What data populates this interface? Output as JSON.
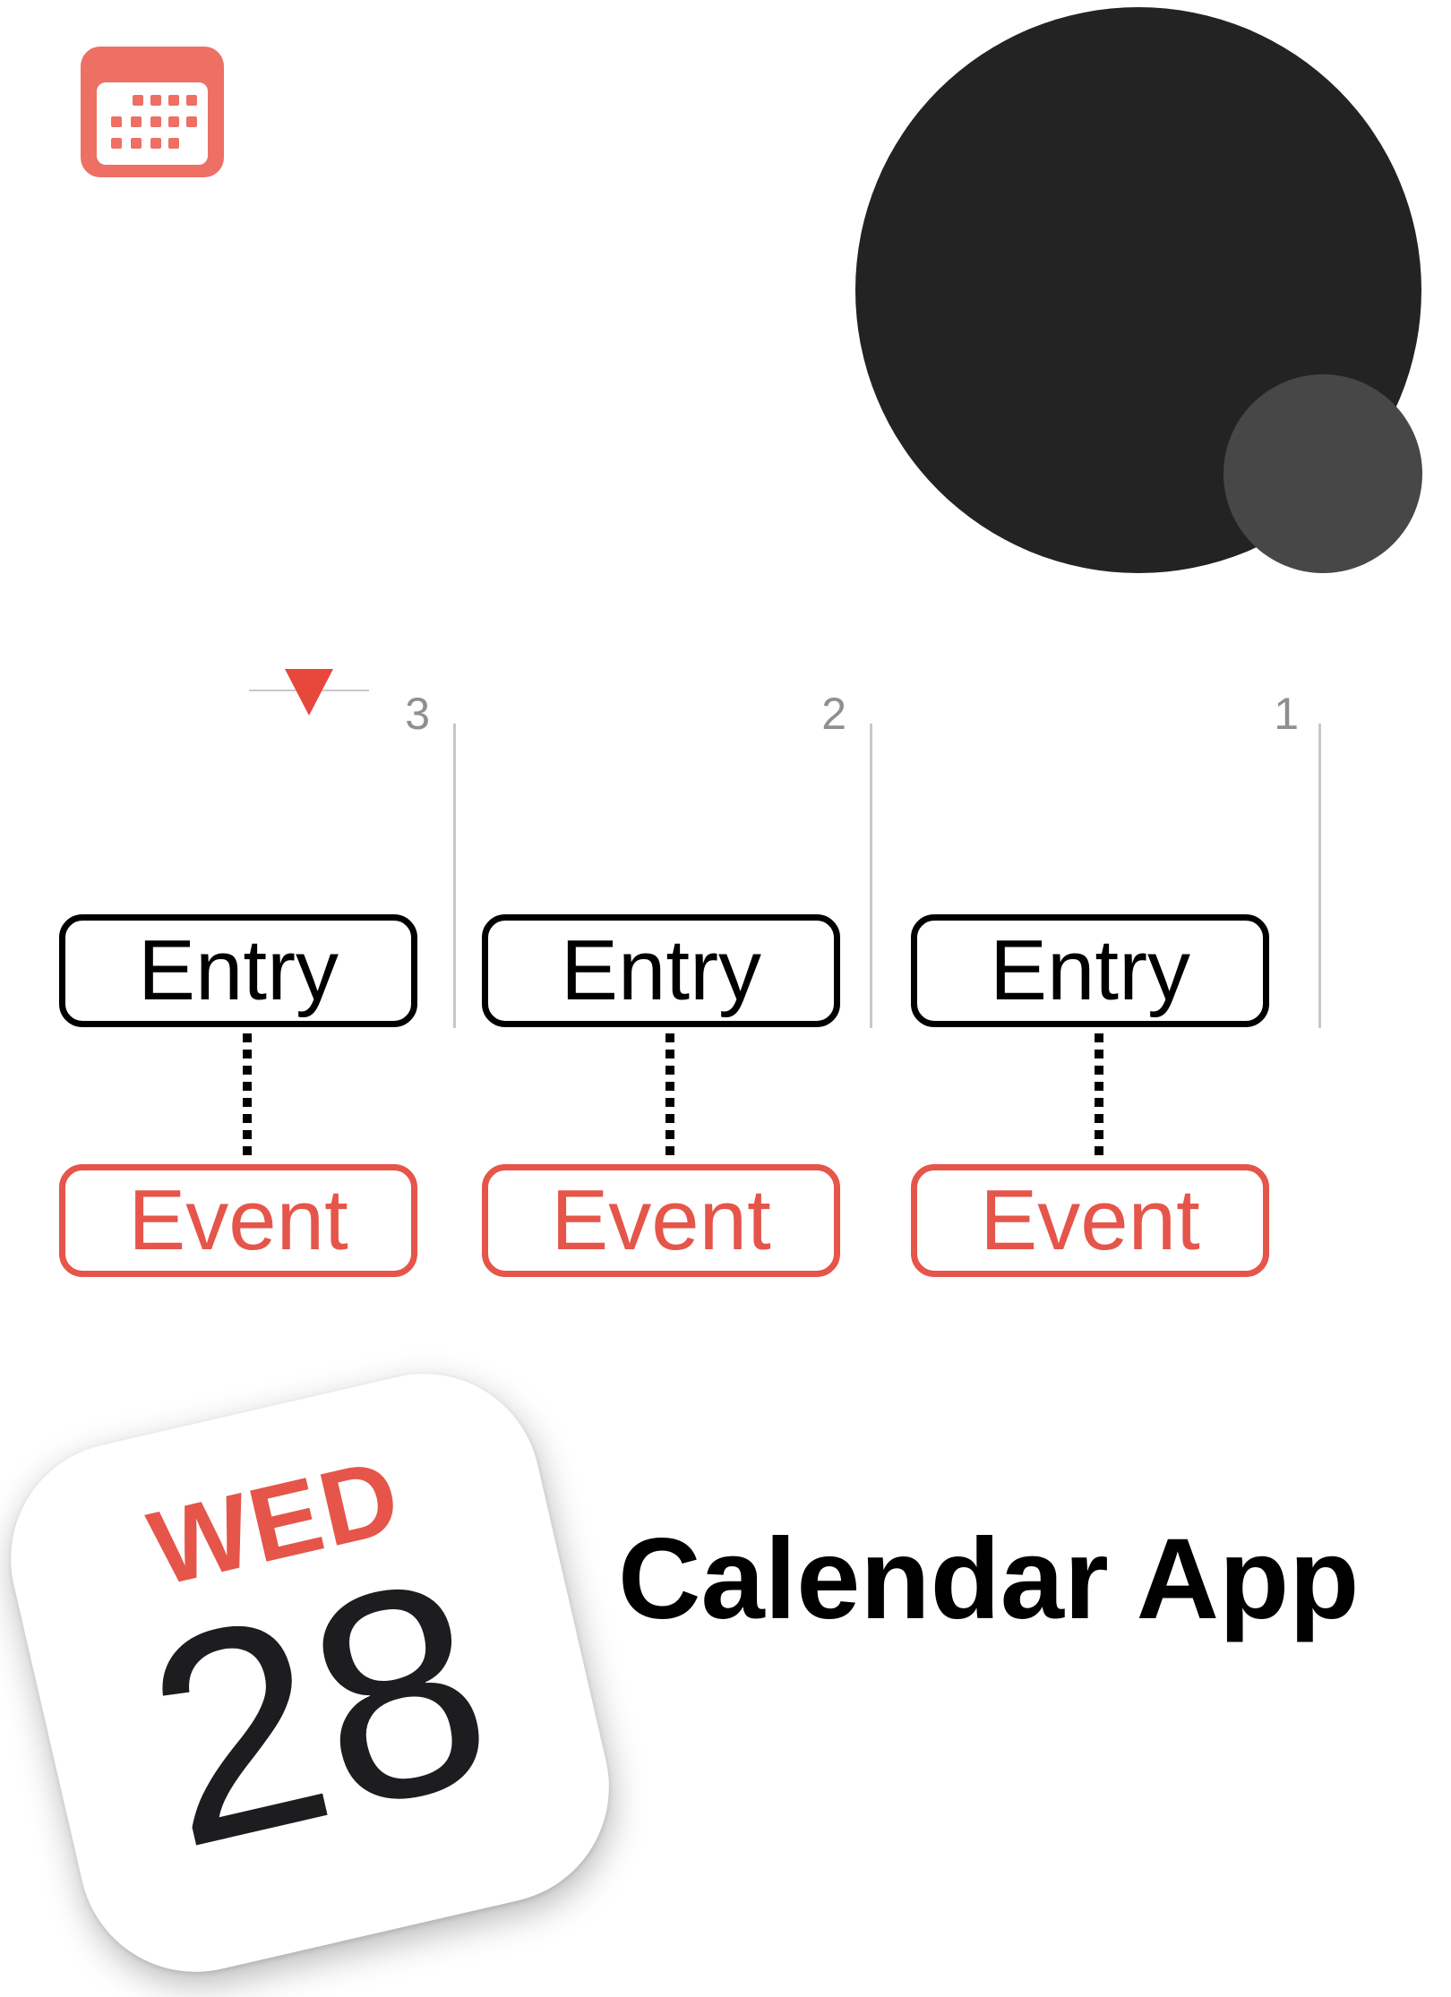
{
  "app": {
    "title": "Calendar App",
    "icon_day": "WED",
    "icon_date": "28"
  },
  "colors": {
    "accent": "#e5554a",
    "dark_circle": "#232323",
    "gray_circle": "#474747",
    "text": "#000000",
    "muted": "#8e8e93"
  },
  "icons": {
    "top_left": "calendar-icon",
    "playhead": "playhead-triangle-icon"
  },
  "timeline": {
    "columns": [
      {
        "number": "3",
        "entry_label": "Entry",
        "event_label": "Event"
      },
      {
        "number": "2",
        "entry_label": "Entry",
        "event_label": "Event"
      },
      {
        "number": "1",
        "entry_label": "Entry",
        "event_label": "Event"
      }
    ]
  }
}
